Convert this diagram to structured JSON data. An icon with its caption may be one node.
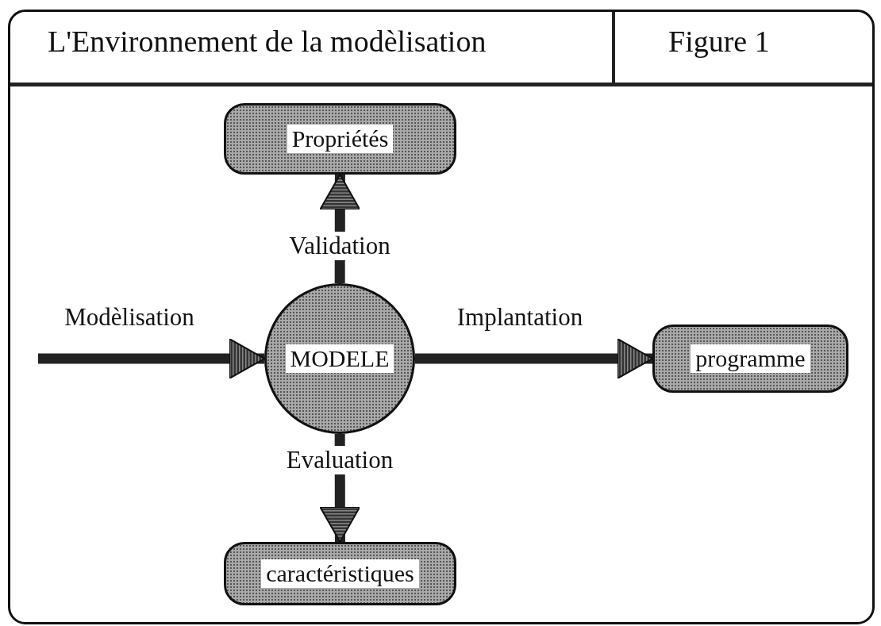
{
  "diagram": {
    "title": "L'Environnement de la modèlisation",
    "nodes": [
      {
        "text": [
          "Propriétés"
        ]
      },
      {
        "text": [
          "MODELE"
        ]
      },
      {
        "text": [
          "programme"
        ]
      },
      {
        "text": [
          "caractéristiques"
        ]
      }
    ],
    "edges": [
      {
        "from": 1,
        "to": 0,
        "arrow": "to",
        "label": "Validation"
      },
      {
        "from": null,
        "to": 1,
        "arrow": "to",
        "label": "Modèlisation"
      },
      {
        "from": 1,
        "to": 2,
        "arrow": "to",
        "label": "Implantation"
      },
      {
        "from": 1,
        "to": 3,
        "arrow": "to",
        "label": "Evaluation"
      }
    ],
    "labels": [
      "Figure 1"
    ]
  }
}
